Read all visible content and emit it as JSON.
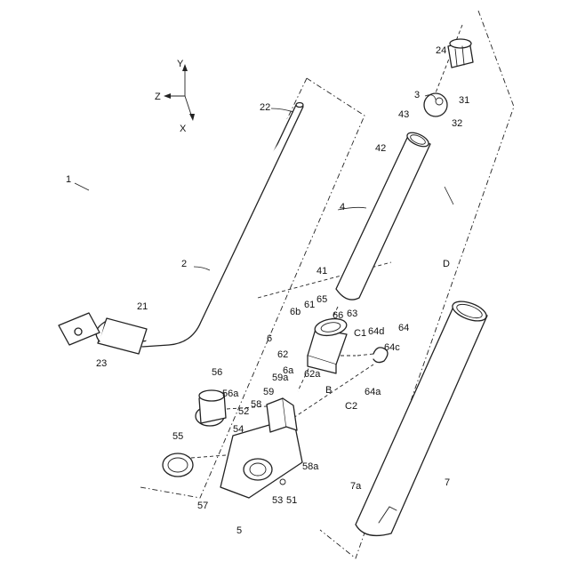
{
  "axes": {
    "x": "X",
    "y": "Y",
    "z": "Z"
  },
  "labels": {
    "l1": "1",
    "l2": "2",
    "l21": "21",
    "l22": "22",
    "l23": "23",
    "l24": "24",
    "l3": "3",
    "l31": "31",
    "l32": "32",
    "l4": "4",
    "l41": "41",
    "l42": "42",
    "l43": "43",
    "l5": "5",
    "l51": "51",
    "l52": "52",
    "l53": "53",
    "l54": "54",
    "l55": "55",
    "l56": "56",
    "l56a": "56a",
    "l57": "57",
    "l58": "58",
    "l58a": "58a",
    "l59": "59",
    "l59a": "59a",
    "l6": "6",
    "l6a": "6a",
    "l6b": "6b",
    "l61": "61",
    "l62": "62",
    "l62a": "62a",
    "l63": "63",
    "l64": "64",
    "l64a": "64a",
    "l64c": "64c",
    "l64d": "64d",
    "l65": "65",
    "l66": "66",
    "l7": "7",
    "l7a": "7a",
    "B": "B",
    "C1": "C1",
    "C2": "C2",
    "D": "D"
  }
}
